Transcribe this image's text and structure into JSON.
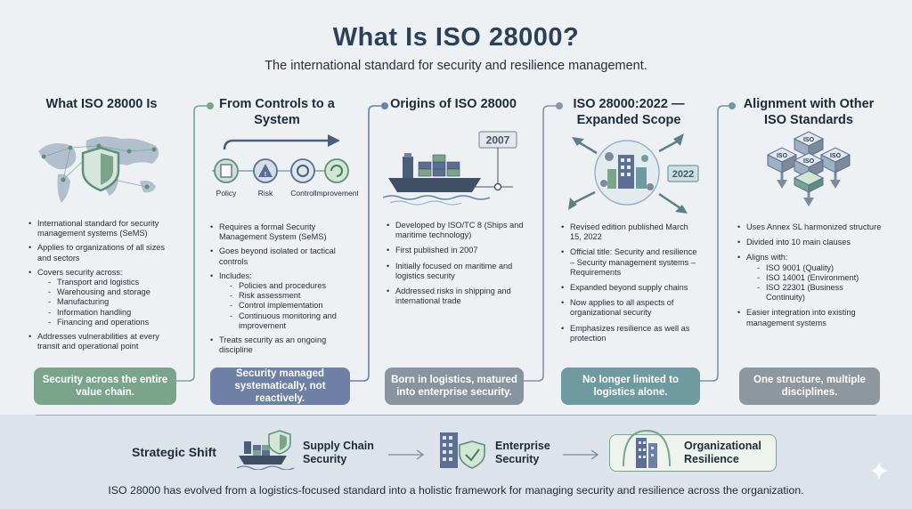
{
  "header": {
    "title": "What Is ISO 28000?",
    "subtitle": "The international standard for security and resilience management."
  },
  "columns": [
    {
      "heading": "What ISO 28000 Is",
      "bullets": [
        "International standard for security management systems (SeMS)",
        "Applies to organizations of all sizes and sectors",
        "Covers security across:",
        "Addresses vulnerabilities at every transit and operational point"
      ],
      "sub_bullets": [
        "Transport and logistics",
        "Warehousing and storage",
        "Manufacturing",
        "Information handling",
        "Financing and operations"
      ],
      "footer": "Security across the entire value chain.",
      "footer_color": "#7aa58c"
    },
    {
      "heading": "From Controls to a System",
      "icon_labels": [
        "Policy",
        "Risk",
        "Control",
        "Improvement"
      ],
      "bullets": [
        "Requires a formal Security Management System (SeMS)",
        "Goes beyond isolated or tactical controls",
        "Includes:",
        "Treats security as an ongoing discipline"
      ],
      "sub_bullets": [
        "Policies and procedures",
        "Risk assessment",
        "Control implementation",
        "Continuous monitoring and improvement"
      ],
      "footer": "Security managed systematically, not reactively.",
      "footer_color": "#6e80a6"
    },
    {
      "heading": "Origins of ISO 28000",
      "year_tag": "2007",
      "bullets": [
        "Developed by ISO/TC 8 (Ships and maritime technology)",
        "First published in 2007",
        "Initially focused on maritime and logistics security",
        "Addressed risks in shipping and international trade"
      ],
      "footer": "Born in logistics, matured into enterprise security.",
      "footer_color": "#8a949e"
    },
    {
      "heading": "ISO 28000:2022 — Expanded Scope",
      "year_tag": "2022",
      "bullets": [
        "Revised edition published March 15, 2022",
        "Official title: Security and resilience – Security management systems – Requirements",
        "Expanded beyond supply chains",
        "Now applies to all aspects of organizational security",
        "Emphasizes resilience as well as protection"
      ],
      "footer": "No longer limited to logistics alone.",
      "footer_color": "#6f9aa0"
    },
    {
      "heading": "Alignment with Other ISO Standards",
      "iso_label": "ISO",
      "bullets": [
        "Uses Annex SL harmonized structure",
        "Divided into 10 main clauses",
        "Aligns with:",
        "Easier integration into existing management systems"
      ],
      "sub_bullets": [
        "ISO 9001 (Quality)",
        "ISO 14001 (Environment)",
        "ISO 22301 (Business Continuity)"
      ],
      "footer": "One structure, multiple disciplines.",
      "footer_color": "#8e969e"
    }
  ],
  "strategic_shift": {
    "label": "Strategic Shift",
    "stages": [
      "Supply Chain Security",
      "Enterprise Security",
      "Organizational Resilience"
    ],
    "conclusion": "ISO 28000 has evolved from a logistics-focused standard into a holistic framework for managing security and resilience across the organization."
  }
}
